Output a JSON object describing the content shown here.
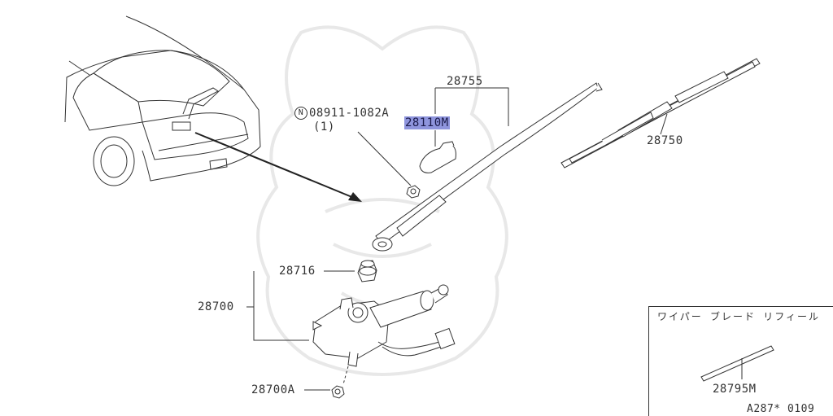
{
  "diagram": {
    "parts": {
      "arm_assy": "28755",
      "cap": "28110M",
      "nut_prefix": "N",
      "nut": "08911-1082A",
      "nut_qty": "(1)",
      "blade_assy": "28750",
      "pivot": "28716",
      "motor_assy": "28700",
      "bolt": "28700A",
      "refill": "28795M"
    },
    "inset_title": "ワイパー ブレード リフィール",
    "diagram_code": "A287* 0109",
    "highlight_color": "#8f95dd"
  }
}
